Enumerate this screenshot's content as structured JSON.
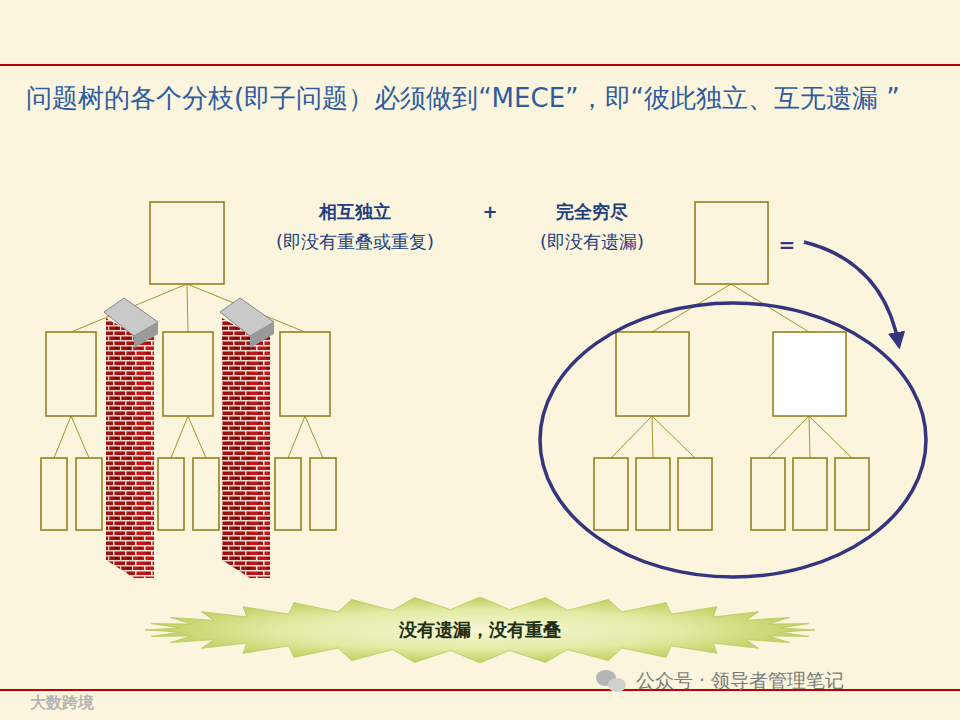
{
  "diagram": {
    "title": "问题树的各个分枝(即子问题）必须做到“MECE”，即“彼此独立、互无遗漏 ”",
    "nodes": [
      {
        "text": [
          "没有遗漏，没有重叠"
        ]
      }
    ],
    "labels": [
      "相互独立",
      "(即没有重叠或重复)",
      "+",
      "完全穷尽",
      "(即没有遗漏)",
      "=",
      "公众号 · 领导者管理笔记",
      "大数跨境"
    ]
  }
}
